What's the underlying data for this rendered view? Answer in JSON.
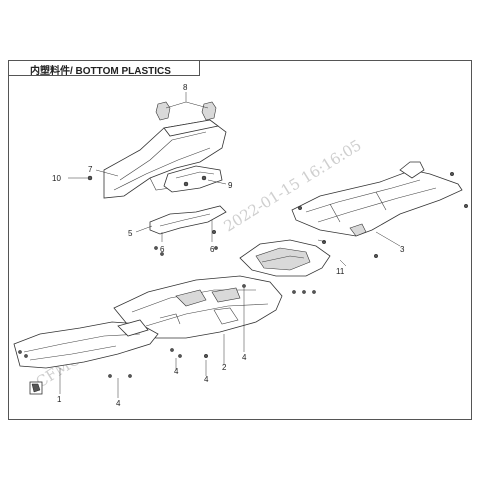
{
  "title": "内塑料件/ BOTTOM PLASTICS",
  "watermark": {
    "timestamp": "2022-01-15   16:16:05",
    "user": "CFMOTO  kf-yangx"
  },
  "callouts": {
    "c1": "1",
    "c2": "2",
    "c3": "3",
    "c4a": "4",
    "c4b": "4",
    "c4c": "4",
    "c4d": "4",
    "c5": "5",
    "c6a": "6",
    "c6b": "6",
    "c7": "7",
    "c8": "8",
    "c9": "9",
    "c10": "10",
    "c11": "11"
  },
  "colors": {
    "frame": "#555555",
    "line": "#333333",
    "watermark": "#cfcfcf"
  }
}
